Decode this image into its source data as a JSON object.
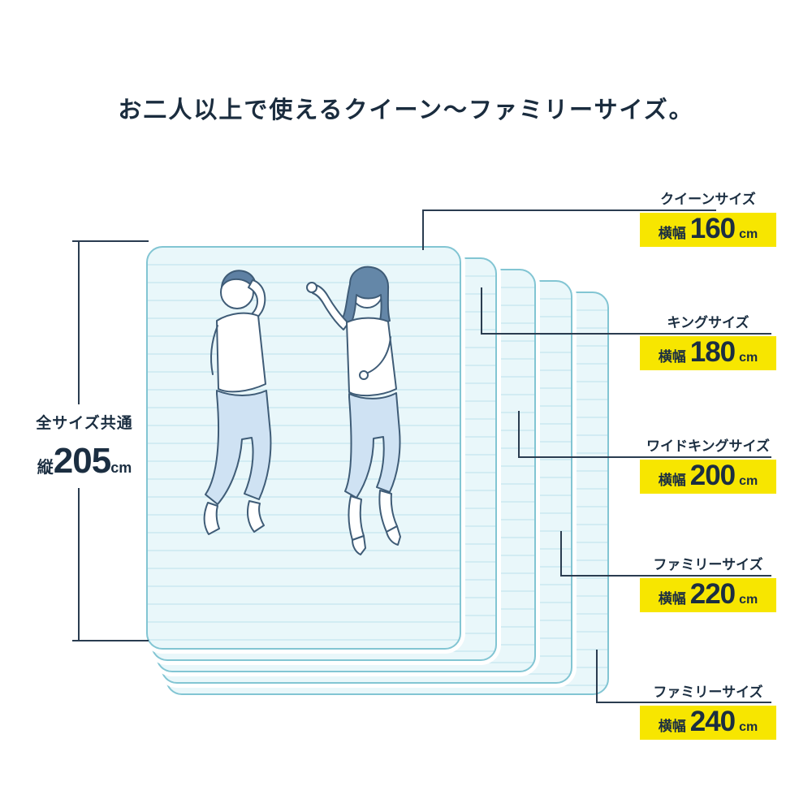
{
  "title": "お二人以上で使えるクイーン～ファミリーサイズ。",
  "left_dimension": {
    "common_label": "全サイズ共通",
    "prefix": "縦",
    "value": "205",
    "unit": "cm"
  },
  "sizes": [
    {
      "name": "クイーンサイズ",
      "width_label": "横幅",
      "value": "160",
      "unit": "cm"
    },
    {
      "name": "キングサイズ",
      "width_label": "横幅",
      "value": "180",
      "unit": "cm"
    },
    {
      "name": "ワイドキングサイズ",
      "width_label": "横幅",
      "value": "200",
      "unit": "cm"
    },
    {
      "name": "ファミリーサイズ",
      "width_label": "横幅",
      "value": "220",
      "unit": "cm"
    },
    {
      "name": "ファミリーサイズ",
      "width_label": "横幅",
      "value": "240",
      "unit": "cm"
    }
  ],
  "illustration": "couple-lying-on-layered-mattresses",
  "colors": {
    "accent_yellow": "#f7e600",
    "text_navy": "#1b2e41",
    "line_navy": "#2a3c50",
    "bed_fill": "#e9f7fa",
    "bed_stripe": "#d2ecf3",
    "bed_border": "#82c5d3",
    "pants_blue": "#cfe2f3",
    "hair_blue": "#5e80a3"
  }
}
